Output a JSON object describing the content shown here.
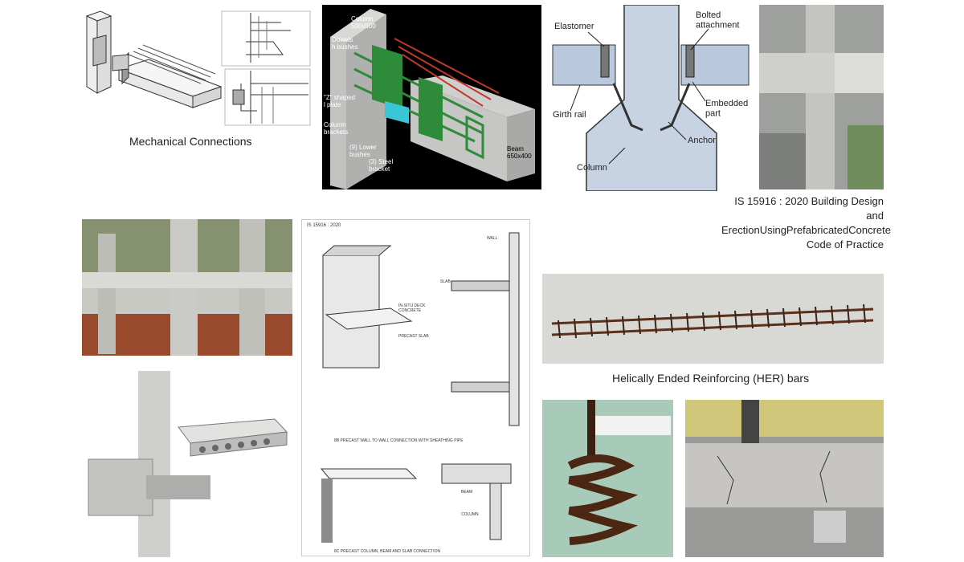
{
  "captions": {
    "mechanical": "Mechanical Connections",
    "is_code_line1": "IS 15916 : 2020 Building Design and",
    "is_code_line2": "ErectionUsingPrefabricatedConcrete",
    "is_code_line3": "Code of Practice",
    "her": "Helically Ended Reinforcing (HER) bars"
  },
  "beam_column_diagram": {
    "column": "Column\n500x500",
    "dowels": "Dowels\nh bushes",
    "z_plate": "\"Z\" shaped\nl plate",
    "column_brackets": "Column\nbrackets",
    "lower_bushes": "(9) Lower\nbushes",
    "steel_bracket": "(3) Steel\nbracket",
    "beam": "Beam\n650x400"
  },
  "elastomer_diagram": {
    "elastomer": "Elastomer",
    "bolted": "Bolted\nattachment",
    "girth_rail": "Girth rail",
    "embedded": "Embedded\npart",
    "anchor": "Anchor",
    "column": "Column"
  },
  "standard_sheet": {
    "header": "IS 15916 : 2020",
    "wall": "WALL",
    "slab": "SLAB",
    "in_situ": "IN-SITU DECK\nCONCRETE",
    "precast_slab": "PRECAST SLAB",
    "caption_wall": "8B PRECAST WALL TO WALL CONNECTION WITH SHEATHING PIPE",
    "caption_beam": "8C PRECAST COLUMN, BEAM AND SLAB CONNECTION",
    "beam": "BEAM",
    "column": "COLUMN"
  },
  "colors": {
    "concrete": "#c9c9c6",
    "rebar_rust": "#6b3a22",
    "green_dowel": "#2e8b3a",
    "diagram_blue": "#c7d3e3"
  }
}
